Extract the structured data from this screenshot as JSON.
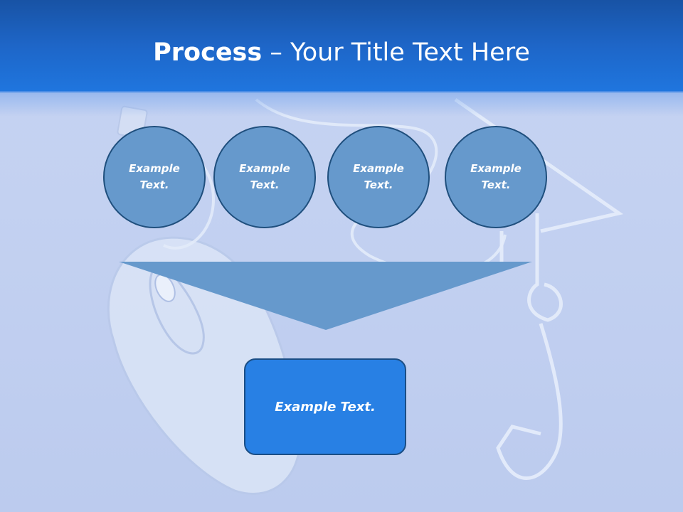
{
  "slide": {
    "title_strong": "Process",
    "title_rest": " – Your Title Text Here",
    "circles": [
      {
        "label": "Example\nText."
      },
      {
        "label": "Example\nText."
      },
      {
        "label": "Example\nText."
      },
      {
        "label": "Example\nText."
      }
    ],
    "result_label": "Example Text."
  },
  "colors": {
    "header": "#1e66c8",
    "background": "#c3d1f1",
    "circle_fill": "#6699cc",
    "circle_border": "#1f4f7d",
    "funnel_fill": "#6699cc",
    "result_fill": "#2880e4"
  },
  "icons": [
    "computer-mouse-image",
    "usb-cable-image",
    "graduation-cap-cable-image"
  ]
}
